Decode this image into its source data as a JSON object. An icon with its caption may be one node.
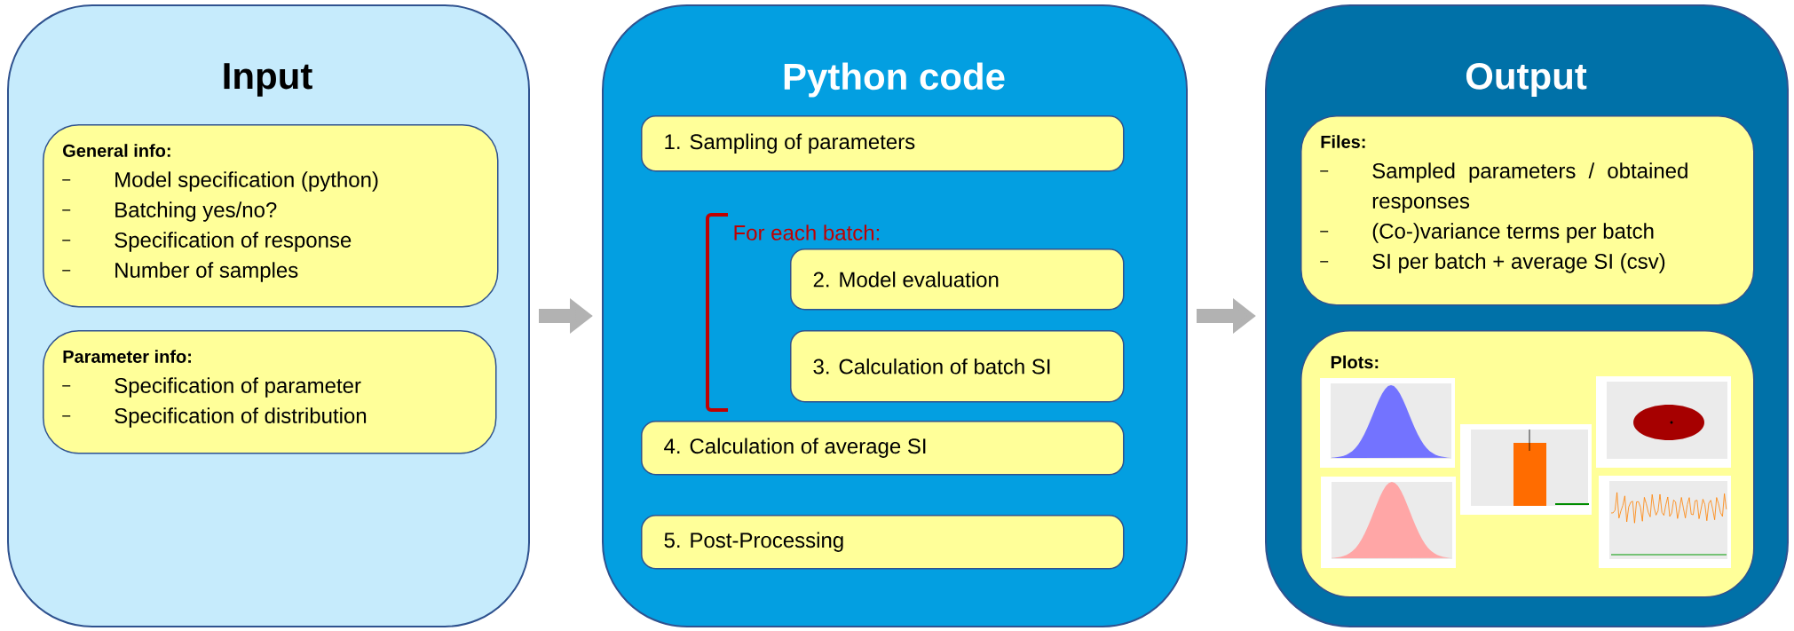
{
  "diagram": {
    "nodes": [
      {
        "text": [
          "Input"
        ]
      },
      {
        "text": [
          "General info:",
          "Model specification (python)",
          "Batching yes/no?",
          "Specification of response",
          "Number of samples"
        ],
        "in": 0
      },
      {
        "text": [
          "Parameter info:",
          "Specification of parameter",
          "Specification of distribution"
        ],
        "in": 0
      },
      {
        "text": [
          "Python code"
        ]
      },
      {
        "text": [
          "1. Sampling of parameters"
        ],
        "in": 3
      },
      {
        "text": [
          "2. Model evaluation"
        ],
        "in": 3
      },
      {
        "text": [
          "3. Calculation of batch SI"
        ],
        "in": 3
      },
      {
        "text": [
          "4. Calculation of average SI"
        ],
        "in": 3
      },
      {
        "text": [
          "5. Post-Processing"
        ],
        "in": 3
      },
      {
        "text": [
          "Output"
        ]
      },
      {
        "text": [
          "Files:",
          "Sampled parameters / obtained responses",
          "(Co-)variance terms per batch",
          "SI per batch + average SI (csv)"
        ],
        "in": 9
      },
      {
        "text": [
          "Plots:"
        ],
        "in": 9
      }
    ],
    "edges": [
      {
        "from": 0,
        "to": 3,
        "arrow": "to"
      },
      {
        "from": 3,
        "to": 9,
        "arrow": "to"
      }
    ],
    "labels": [
      "For each batch:"
    ]
  }
}
